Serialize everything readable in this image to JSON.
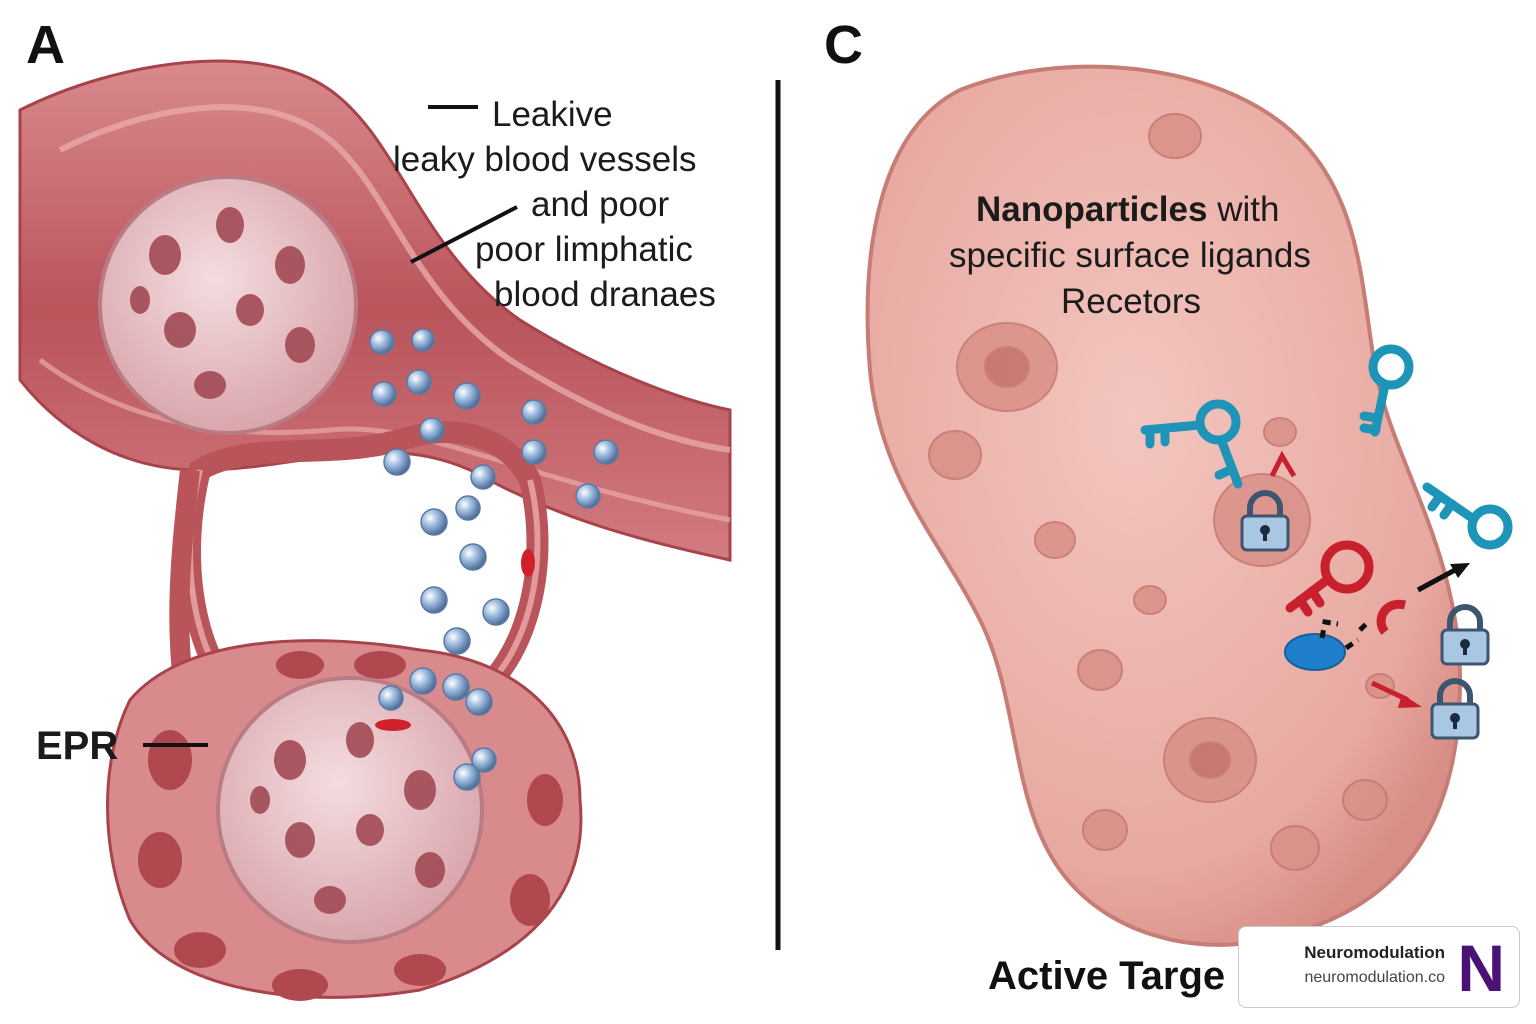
{
  "panels": {
    "a": {
      "letter": "A",
      "labels": [
        "Leakive",
        "leaky blood vessels",
        "and poor",
        "poor limphatic",
        "blood dranaes"
      ],
      "epr": "EPR"
    },
    "c": {
      "letter": "C",
      "title_bold": "Nanoparticles",
      "title_rest": " with",
      "line2": "specific surface ligands",
      "line3": "Recetors",
      "bottom_label": "Active Targe"
    }
  },
  "watermark": {
    "name": "Neuromodulation",
    "url": "neuromodulation.co",
    "logo": "N"
  },
  "colors": {
    "vessel": "#c9646a",
    "vessel_dark": "#a8434c",
    "tumor": "#e7c2c6",
    "nanoparticle": "#8fb1d8",
    "cell": "#eab0aa",
    "key_blue": "#1e95b8",
    "key_red": "#c8202d",
    "logo": "#4a1275"
  }
}
